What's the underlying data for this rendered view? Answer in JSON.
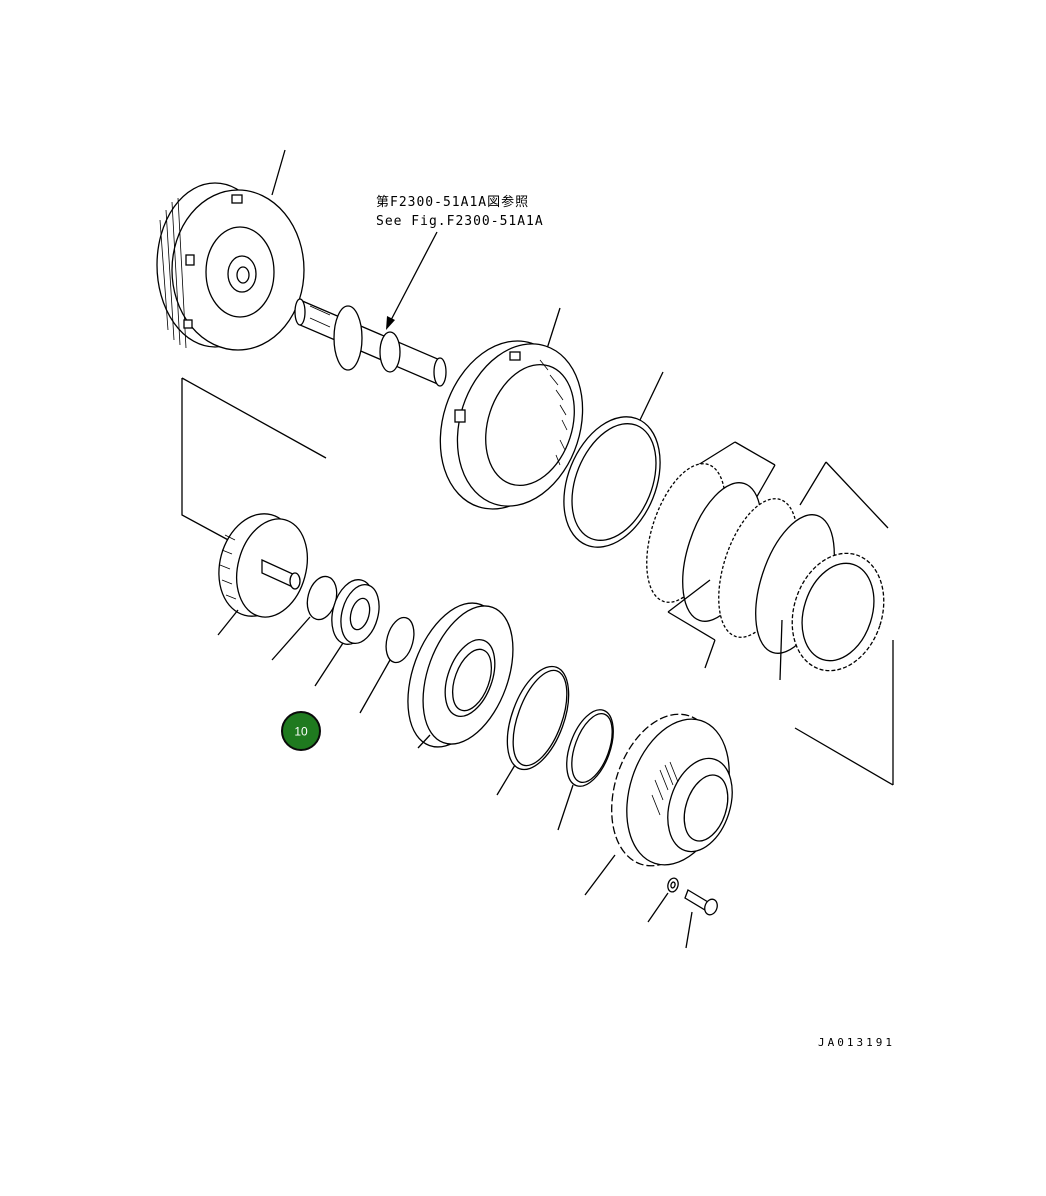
{
  "reference_note": {
    "jp": "第F2300-51A1A図参照",
    "en": "See Fig.F2300-51A1A"
  },
  "callouts": [
    {
      "label": "10",
      "color": "#1f7a1f"
    }
  ],
  "drawing_code": "JA013191"
}
